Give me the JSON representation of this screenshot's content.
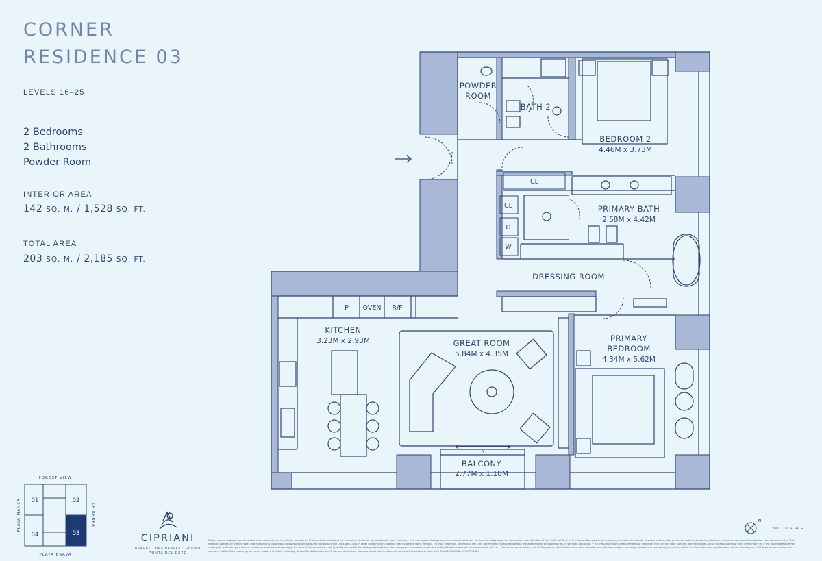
{
  "header": {
    "title_line1": "CORNER",
    "title_line2": "RESIDENCE 03",
    "levels": "LEVELS 16–25"
  },
  "specs": {
    "bedrooms": "2 Bedrooms",
    "bathrooms": "2 Bathrooms",
    "powder": "Powder Room"
  },
  "interior_area": {
    "label": "INTERIOR AREA",
    "value_sqm": "142",
    "unit_sqm": "SQ. M.",
    "sep": " / ",
    "value_sqft": "1,528",
    "unit_sqft": "SQ. FT."
  },
  "total_area": {
    "label": "TOTAL AREA",
    "value_sqm": "203",
    "unit_sqm": "SQ. M.",
    "sep": " / ",
    "value_sqft": "2,185",
    "unit_sqft": "SQ. FT."
  },
  "rooms": {
    "powder_room_line1": "POWDER",
    "powder_room_line2": "ROOM",
    "bath2": "BATH 2",
    "bedroom2": "BEDROOM 2",
    "bedroom2_dim": "4.46M x 3.73M",
    "primary_bath": "PRIMARY BATH",
    "primary_bath_dim": "2.58M x 4.42M",
    "dressing_room": "DRESSING ROOM",
    "kitchen": "KITCHEN",
    "kitchen_dim": "3.23M x 2.93M",
    "great_room": "GREAT ROOM",
    "great_room_dim": "5.84M x 4.35M",
    "primary_bedroom_line1": "PRIMARY",
    "primary_bedroom_line2": "BEDROOM",
    "primary_bedroom_dim": "4.34M x 5.62M",
    "balcony": "BALCONY",
    "balcony_dim": "2.77M x 1.18M"
  },
  "fixtures": {
    "cl_top": "CL",
    "cl_side": "CL",
    "d": "D",
    "w": "W",
    "p": "P",
    "oven": "OVEN",
    "rf": "R/F",
    "balcony_marker": "N"
  },
  "key_plan": {
    "top": "FOREST VIEW",
    "left": "PLAYA MANSA",
    "right": "LA BARRA",
    "bottom": "PLAYA BRAVA",
    "units": [
      "01",
      "02",
      "04",
      "03"
    ],
    "highlight": "03"
  },
  "brand": {
    "name": "CIPRIANI",
    "sub1": "RESORT · RESIDENCES · CASINO",
    "sub2": "PUNTA DEL ESTE"
  },
  "compass": {
    "north": "N"
  },
  "scale_note": "NOT TO SCALE",
  "disclaimer": "Stated square footages and dimensions are measured to the exterior boundaries of the exterior walls and the centerline of interior demising walls and in fact vary from the square footage and dimensions that would be determined by using the description and definition of the \"Unit\" set forth in the Declaration (which generally only includes the interior airspace between the perimeter walls and excludes all interior structural components and other common elements). This method is generally used in sales materials and is provided to allow a prospective buyer to compare the Units with units in other condominium projects that utilize the same method. For your reference, the area of the Unit, determined in accordance with these definitions and boundaries, is set forth on Exhibit \"J\" to the Declaration. Measurements of rooms set forth on this floor plan are generally taken at the farthest points of each given room (as if the room were a perfect rectangle), without regard for any cutouts or variations. Accordingly, the area of the actual room will typically be smaller than the product obtained by multiplying the stated length and width. All dimensions are estimates which will vary with actual construction, and all floor plans, specifications and other development plans are subject to change and will not necessarily accurately reflect the final plans and specifications for the development. All depictions of appliances, counters, soffits, floor coverings and other matters of detail, including, without limitation, items of finish and decoration, are conceptual only and are not necessarily included in each Unit. EQUAL HOUSING OPPORTUNITY.",
  "colors": {
    "background": "#eaf5fb",
    "wall": "#a9b8d6",
    "line": "#2e4570",
    "title": "#7186ad",
    "key_highlight": "#1d3a73"
  }
}
